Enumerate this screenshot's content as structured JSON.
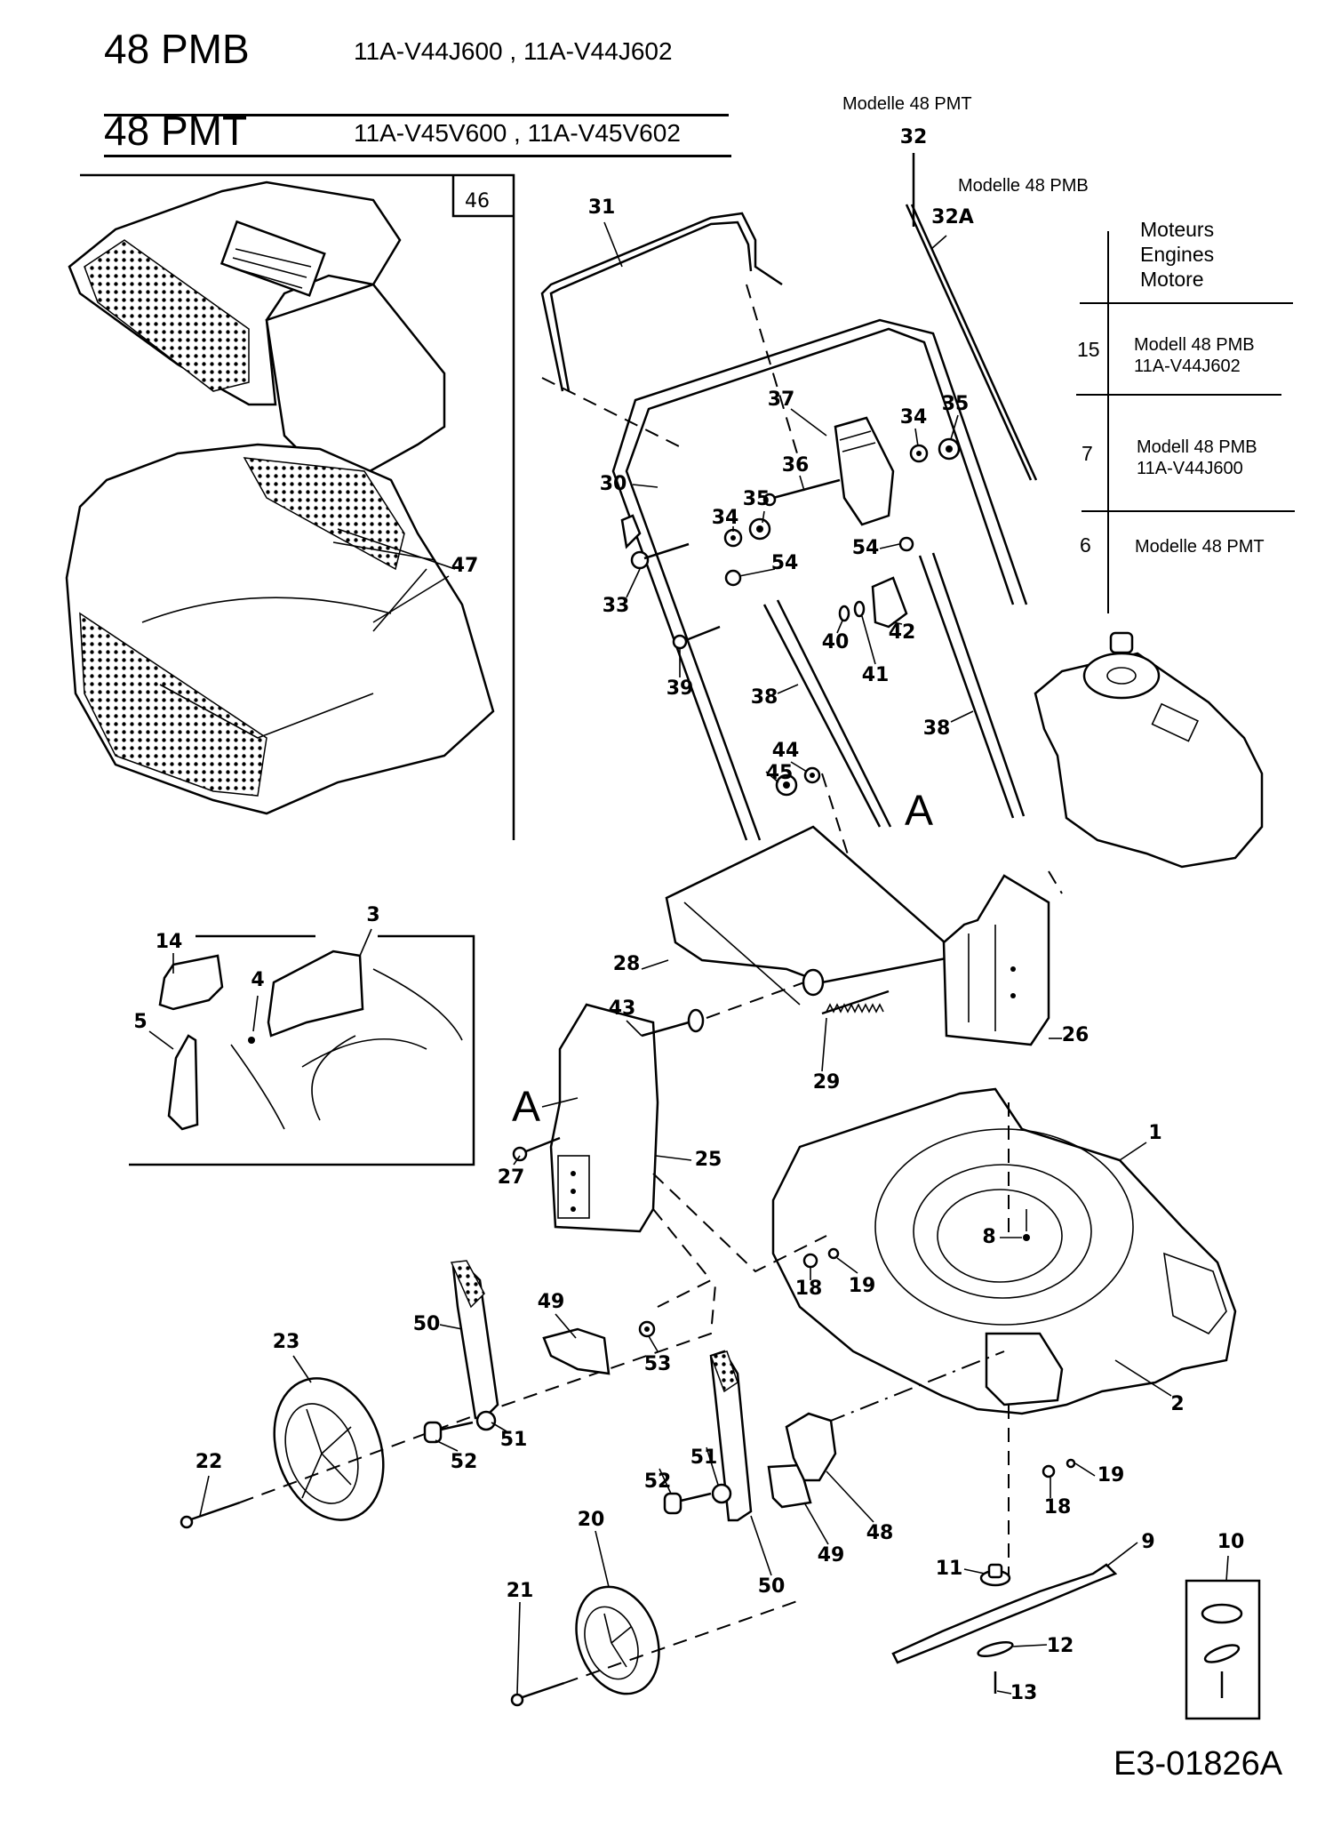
{
  "header": {
    "rows": [
      {
        "model": "48 PMB",
        "codes": "11A-V44J600  , 11A-V44J602"
      },
      {
        "model": "48 PMT",
        "codes": "11A-V45V600  , 11A-V45V602"
      }
    ]
  },
  "model_notes": {
    "pmt": "Modelle 48 PMT",
    "pmb": "Modelle 48 PMB"
  },
  "engine_table": {
    "header": [
      "Moteurs",
      "Engines",
      "Motore"
    ],
    "rows": [
      {
        "ref": "15",
        "line1": "Modell 48 PMB",
        "line2": "11A-V44J602"
      },
      {
        "ref": "7",
        "line1": "Modell 48 PMB",
        "line2": "11A-V44J600"
      },
      {
        "ref": "6",
        "line1": "Modelle 48 PMT",
        "line2": ""
      }
    ]
  },
  "callouts": {
    "c46": "46",
    "c47": "47",
    "c31": "31",
    "c30": "30",
    "c33": "33",
    "c37": "37",
    "c36": "36",
    "c35a": "35",
    "c34a": "34",
    "c34b": "34",
    "c35b": "35",
    "c54a": "54",
    "c54b": "54",
    "c40": "40",
    "c41": "41",
    "c42": "42",
    "c39": "39",
    "c38a": "38",
    "c38b": "38",
    "c44": "44",
    "c45": "45",
    "c32": "32",
    "c32A": "32A",
    "c14": "14",
    "c3": "3",
    "c4": "4",
    "c5": "5",
    "c28": "28",
    "c43": "43",
    "c29": "29",
    "c26": "26",
    "c27": "27",
    "c25": "25",
    "c1": "1",
    "c8": "8",
    "c18a": "18",
    "c19a": "19",
    "c2": "2",
    "c50a": "50",
    "c49a": "49",
    "c53": "53",
    "c23": "23",
    "c51a": "51",
    "c52a": "52",
    "c22": "22",
    "c51b": "51",
    "c52b": "52",
    "c48": "48",
    "c49b": "49",
    "c50b": "50",
    "c20": "20",
    "c21": "21",
    "c19b": "19",
    "c18b": "18",
    "c11": "11",
    "c9": "9",
    "c12": "12",
    "c13": "13",
    "c10": "10"
  },
  "reference_marks": {
    "upper": "A",
    "lower": "A"
  },
  "drawing_code": "E3-01826A"
}
